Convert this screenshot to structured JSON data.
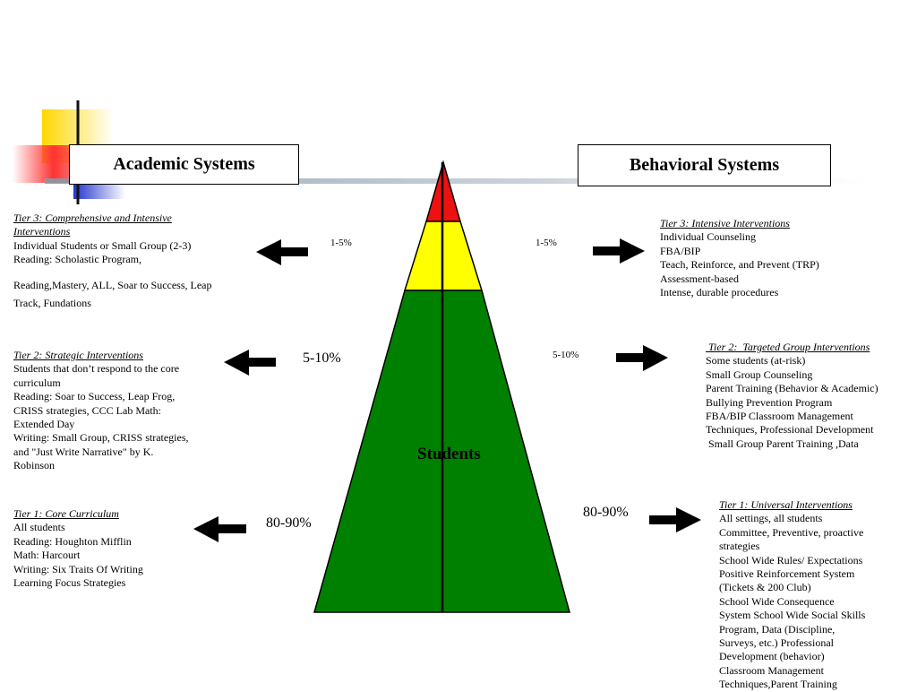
{
  "academic": {
    "title": "Academic Systems",
    "tier3": {
      "heading": "Tier 3:  Comprehensive and Intensive Interventions",
      "lines": [
        "Individual Students or Small Group (2-3)",
        "Reading: Scholastic Program,",
        "Reading,Mastery, ALL, Soar to Success, Leap",
        "Track, Fundations"
      ]
    },
    "tier2": {
      "heading": "Tier 2:  Strategic Interventions",
      "lines": [
        "Students that don’t respond to the core",
        "curriculum",
        "Reading: Soar to Success, Leap Frog,",
        "CRISS strategies, CCC Lab Math:",
        "Extended Day",
        "Writing: Small Group, CRISS strategies,",
        "and \"Just Write Narrative\" by K.",
        "Robinson"
      ]
    },
    "tier1": {
      "heading": "Tier 1: Core Curriculum",
      "lines": [
        "All students",
        "Reading: Houghton Mifflin",
        "Math: Harcourt",
        "Writing: Six Traits Of Writing",
        "Learning Focus Strategies"
      ]
    },
    "pct_top": "1-5%",
    "pct_mid": "5-10%",
    "pct_bottom": "80-90%"
  },
  "behavioral": {
    "title": "Behavioral Systems",
    "tier3": {
      "heading": "Tier 3:  Intensive Interventions",
      "lines": [
        "Individual Counseling",
        "FBA/BIP",
        "Teach, Reinforce, and Prevent (TRP)",
        "Assessment-based",
        "Intense, durable procedures"
      ]
    },
    "tier2": {
      "heading": " Tier 2:  Targeted Group Interventions",
      "lines": [
        "Some students (at-risk)",
        "Small Group Counseling",
        "Parent Training (Behavior & Academic)",
        "Bullying Prevention Program",
        "FBA/BIP Classroom Management",
        "Techniques, Professional Development",
        " Small Group Parent Training ,Data"
      ]
    },
    "tier1": {
      "heading": "Tier 1: Universal Interventions",
      "lines": [
        "All settings, all students",
        "Committee, Preventive, proactive",
        "strategies",
        "School Wide Rules/ Expectations",
        "Positive Reinforcement System",
        "(Tickets & 200 Club)",
        "School Wide Consequence",
        "System School Wide Social Skills",
        "Program, Data (Discipline,",
        "Surveys, etc.) Professional",
        "Development (behavior)",
        "Classroom Management",
        "Techniques,Parent Training"
      ]
    },
    "pct_top": "1-5%",
    "pct_mid": "5-10%",
    "pct_bottom": "80-90%"
  },
  "pyramid": {
    "center_label": "Students",
    "colors": {
      "top": "#ee1111",
      "middle": "#ffff00",
      "bottom": "#008000"
    }
  },
  "colors": {
    "deco_yellow": "#ffd700",
    "deco_red": "#ff3333",
    "deco_blue": "#2233cc"
  }
}
